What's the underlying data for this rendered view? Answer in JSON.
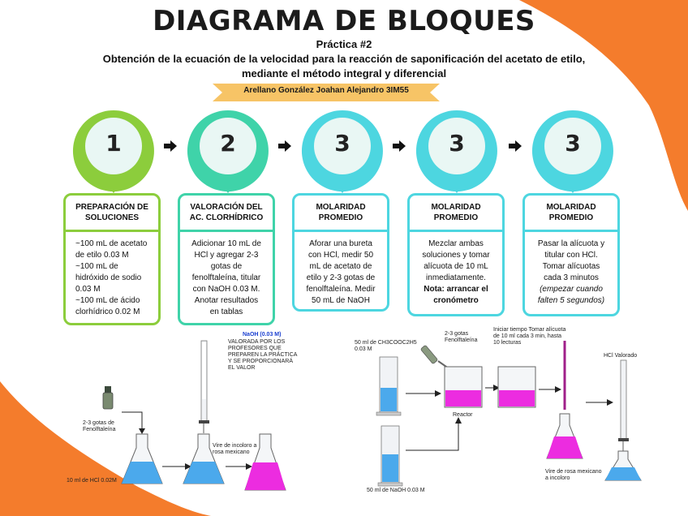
{
  "header": {
    "title": "DIAGRAMA DE BLOQUES",
    "practice": "Práctica #2",
    "objective_line1": "Obtención de la ecuación de la velocidad para la reacción de saponificación del acetato de etilo,",
    "objective_line2": "mediante el método integral y diferencial",
    "author": "Arellano González Joahan Alejandro 3IM55"
  },
  "colors": {
    "background_orange": "#f47c2c",
    "ribbon": "#f7c466",
    "green": "#8ccd3c",
    "teal": "#3fd3a9",
    "cyan": "#4dd6e0",
    "circle_fill": "#e9f7f4",
    "solution_blue": "#4ba9ec",
    "solution_pink": "#ec2ce0"
  },
  "steps": [
    {
      "number": "1",
      "title": "PREPARACIÓN DE SOLUCIONES",
      "lines": [
        {
          "text": "~100 mL de acetato"
        },
        {
          "text": "de etilo 0.03 M"
        },
        {
          "text": "~100 mL de"
        },
        {
          "text": "hidróxido de sodio"
        },
        {
          "text": "0.03 M"
        },
        {
          "text": "~100 mL de ácido"
        },
        {
          "text": "clorhídrico 0.02 M"
        }
      ]
    },
    {
      "number": "2",
      "title": "VALORACIÓN DEL AC. CLORHÍDRICO",
      "lines": [
        {
          "text": "Adicionar 10 mL de"
        },
        {
          "text": "HCl y agregar 2-3"
        },
        {
          "text": "gotas de"
        },
        {
          "text": "fenolftaleína, titular"
        },
        {
          "text": "con NaOH 0.03 M."
        },
        {
          "text": "Anotar resultados"
        },
        {
          "text": "en tablas"
        }
      ]
    },
    {
      "number": "3",
      "title": "MOLARIDAD PROMEDIO",
      "lines": [
        {
          "text": "Aforar una bureta"
        },
        {
          "text": "con HCl, medir 50"
        },
        {
          "text": "mL de acetato de"
        },
        {
          "text": "etilo y 2-3 gotas de"
        },
        {
          "text": "fenolftaleína. Medir"
        },
        {
          "text": "50 mL de NaOH"
        }
      ]
    },
    {
      "number": "3",
      "title": "MOLARIDAD PROMEDIO",
      "lines": [
        {
          "text": "Mezclar ambas"
        },
        {
          "text": "soluciones y tomar"
        },
        {
          "text": "alícuota de 10 mL"
        },
        {
          "text": "inmediatamente."
        },
        {
          "text": "Nota: arrancar el"
        },
        {
          "text": "cronómetro"
        }
      ]
    },
    {
      "number": "3",
      "title": "MOLARIDAD PROMEDIO",
      "lines": [
        {
          "text": "Pasar la alícuota y"
        },
        {
          "text": "titular con HCl."
        },
        {
          "text": "Tomar alícuotas"
        },
        {
          "text": "cada 3 minutos"
        },
        {
          "text": "(empezar cuando"
        },
        {
          "text": "falten 5 segundos)"
        }
      ]
    }
  ],
  "illustration_left": {
    "naoh_label": "NaOH (0.03 M)",
    "valorada_label": "VALORADA POR LOS PROFESORES QUE PREPAREN LA PRÁCTICA Y SE PROPORCIONARÁ EL VALOR",
    "drops_label": "2-3 gotas de Fenolftaleína",
    "hcl_label": "10 ml de HCl 0.02M",
    "virar_label": "Vire de incoloro a rosa mexicano"
  },
  "illustration_right": {
    "acetate_label": "50 ml de CH3COOC2H5 0.03 M",
    "drops_label": "2-3 gotas Fenolftaleína",
    "time_label": "Iniciar tiempo Tomar alícuota de 10 ml cada 3 min, hasta 10 lecturas",
    "hcl_label": "HCl Valorado",
    "reactor_label": "Reactor",
    "naoh_label": "50 ml de NaOH 0.03 M",
    "virar_label": "Vire de rosa mexicano a incoloro"
  }
}
